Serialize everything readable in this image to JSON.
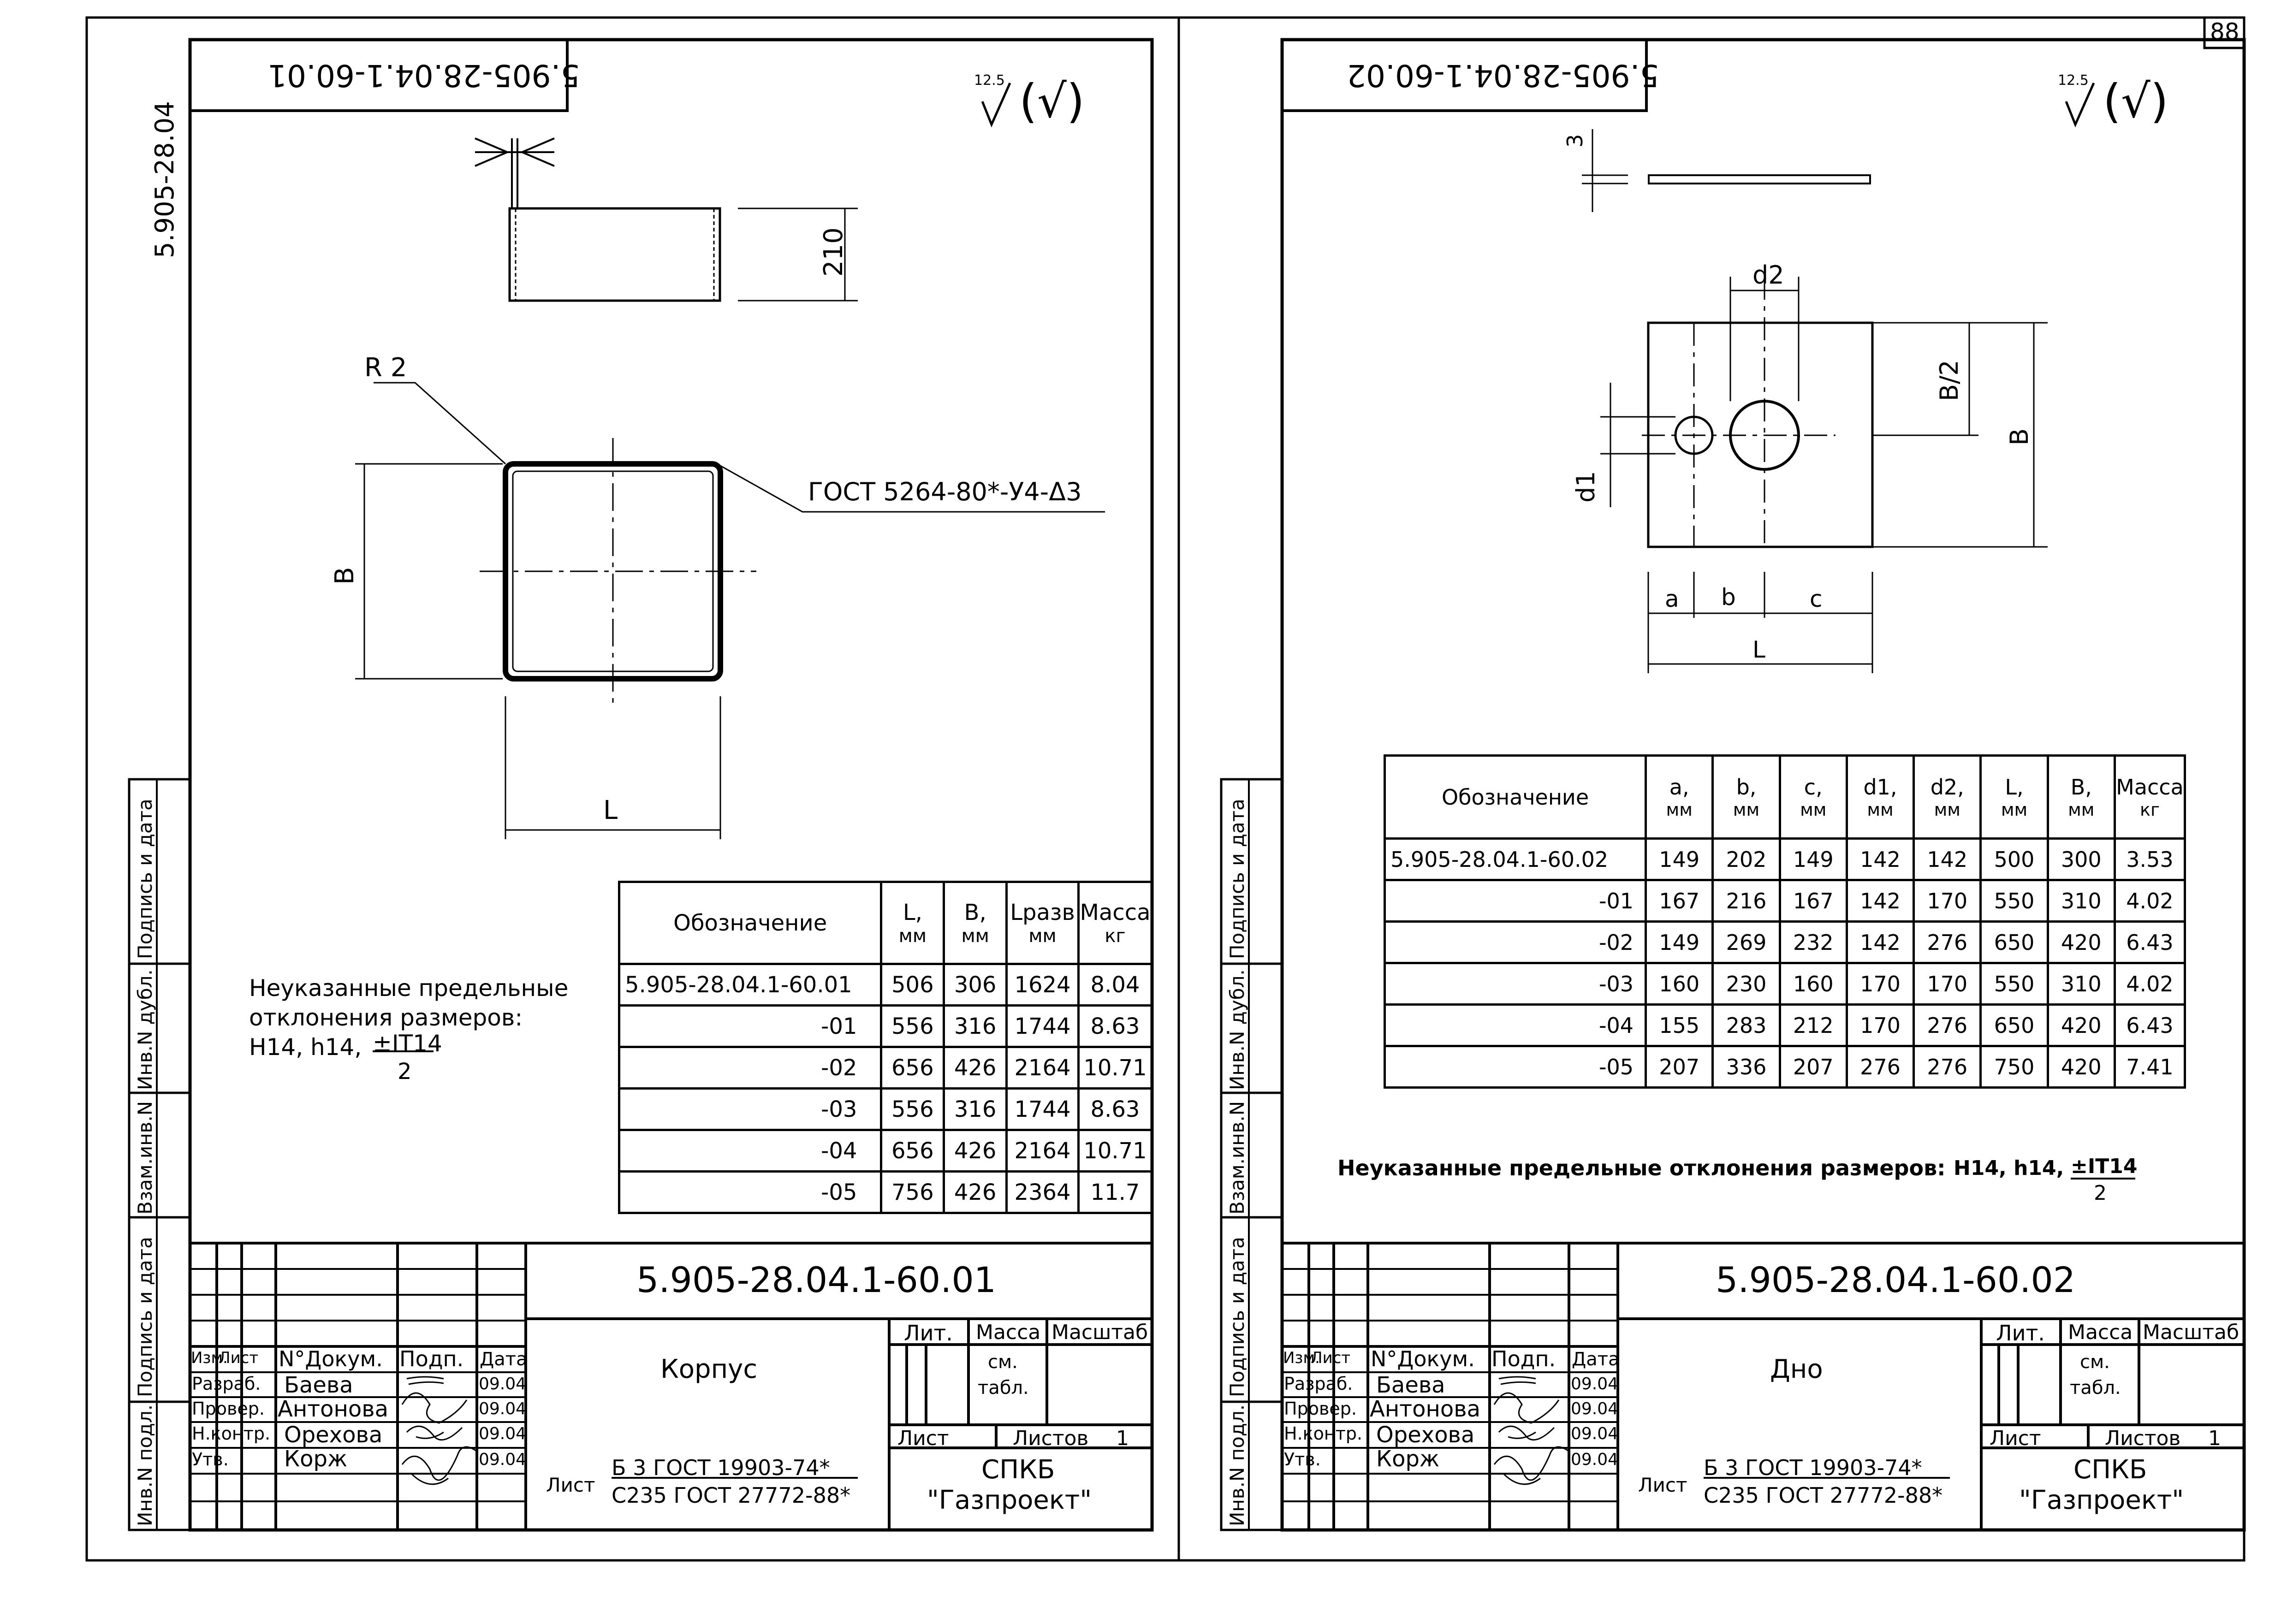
{
  "sheet_number": "88",
  "side_code": "5.905-28.04",
  "surface_mark": "12.5",
  "surface_mark_paren": "(√)",
  "left": {
    "top_code": "5.905-28.04.1-60.01",
    "dims": {
      "height": "210",
      "radius": "R 2",
      "b": "B",
      "l": "L",
      "weld": "ГОСТ 5264-80*-У4-Δ3"
    },
    "notes": {
      "line1": "Неуказанные предельные",
      "line2": "отклонения размеров:",
      "line3": "H14, h14, ",
      "it": "±IT14",
      "div": "2"
    },
    "table": {
      "headers": [
        [
          "Обозначение"
        ],
        [
          "L,",
          "мм"
        ],
        [
          "B,",
          "мм"
        ],
        [
          "Lразв",
          "мм"
        ],
        [
          "Масса",
          "кг"
        ]
      ],
      "rows": [
        [
          "5.905-28.04.1-60.01",
          "506",
          "306",
          "1624",
          "8.04"
        ],
        [
          "-01",
          "556",
          "316",
          "1744",
          "8.63"
        ],
        [
          "-02",
          "656",
          "426",
          "2164",
          "10.71"
        ],
        [
          "-03",
          "556",
          "316",
          "1744",
          "8.63"
        ],
        [
          "-04",
          "656",
          "426",
          "2164",
          "10.71"
        ],
        [
          "-05",
          "756",
          "426",
          "2364",
          "11.7"
        ]
      ]
    },
    "title": {
      "doc": "5.905-28.04.1-60.01",
      "name": "Корпус",
      "lit": "Лит.",
      "mass": "Масса",
      "scale": "Масштаб",
      "mass_val1": "см.",
      "mass_val2": "табл.",
      "sheet": "Лист",
      "sheets": "Листов",
      "sheets_val": "1",
      "org1": "СПКБ",
      "org2": "\"Газпроект\"",
      "mat_prefix": "Лист",
      "mat1": "Б 3 ГОСТ 19903-74*",
      "mat2": "С235 ГОСТ 27772-88*",
      "hdr": [
        "Изм.",
        "Лист",
        "N°Докум.",
        "Подп.",
        "Дата"
      ],
      "people": [
        {
          "role": "Разраб.",
          "name": "Баева",
          "date": "09.04"
        },
        {
          "role": "Провер.",
          "name": "Антонова",
          "date": "09.04"
        },
        {
          "role": "Н.контр.",
          "name": "Орехова",
          "date": "09.04"
        },
        {
          "role": "Утв.",
          "name": "Корж",
          "date": "09.04"
        }
      ]
    },
    "side": [
      "Инв.N подл.",
      "Подпись и дата",
      "Взам.инв.N",
      "Инв.N дубл.",
      "Подпись и дата"
    ]
  },
  "right": {
    "top_code": "5.905-28.04.1-60.02",
    "dims": {
      "thk": "3",
      "d2": "d2",
      "d1": "d1",
      "b2": "B/2",
      "b": "B",
      "a": "a",
      "bb": "b",
      "c": "c",
      "l": "L"
    },
    "notes": {
      "line": "Неуказанные предельные отклонения размеров:",
      "tol": "H14, h14, ",
      "it": "±IT14",
      "div": "2"
    },
    "table": {
      "headers": [
        [
          "Обозначение"
        ],
        [
          "a,",
          "мм"
        ],
        [
          "b,",
          "мм"
        ],
        [
          "c,",
          "мм"
        ],
        [
          "d1,",
          "мм"
        ],
        [
          "d2,",
          "мм"
        ],
        [
          "L,",
          "мм"
        ],
        [
          "B,",
          "мм"
        ],
        [
          "Масса",
          "кг"
        ]
      ],
      "rows": [
        [
          "5.905-28.04.1-60.02",
          "149",
          "202",
          "149",
          "142",
          "142",
          "500",
          "300",
          "3.53"
        ],
        [
          "-01",
          "167",
          "216",
          "167",
          "142",
          "170",
          "550",
          "310",
          "4.02"
        ],
        [
          "-02",
          "149",
          "269",
          "232",
          "142",
          "276",
          "650",
          "420",
          "6.43"
        ],
        [
          "-03",
          "160",
          "230",
          "160",
          "170",
          "170",
          "550",
          "310",
          "4.02"
        ],
        [
          "-04",
          "155",
          "283",
          "212",
          "170",
          "276",
          "650",
          "420",
          "6.43"
        ],
        [
          "-05",
          "207",
          "336",
          "207",
          "276",
          "276",
          "750",
          "420",
          "7.41"
        ]
      ]
    },
    "title": {
      "doc": "5.905-28.04.1-60.02",
      "name": "Дно",
      "lit": "Лит.",
      "mass": "Масса",
      "scale": "Масштаб",
      "mass_val1": "см.",
      "mass_val2": "табл.",
      "sheet": "Лист",
      "sheets": "Листов",
      "sheets_val": "1",
      "org1": "СПКБ",
      "org2": "\"Газпроект\"",
      "mat_prefix": "Лист",
      "mat1": "Б 3 ГОСТ 19903-74*",
      "mat2": "С235 ГОСТ 27772-88*",
      "hdr": [
        "Изм.",
        "Лист",
        "N°Докум.",
        "Подп.",
        "Дата"
      ],
      "people": [
        {
          "role": "Разраб.",
          "name": "Баева",
          "date": "09.04"
        },
        {
          "role": "Провер.",
          "name": "Антонова",
          "date": "09.04"
        },
        {
          "role": "Н.контр.",
          "name": "Орехова",
          "date": "09.04"
        },
        {
          "role": "Утв.",
          "name": "Корж",
          "date": "09.04"
        }
      ]
    },
    "side": [
      "Инв.N подл.",
      "Подпись и дата",
      "Взам.инв.N",
      "Инв.N дубл.",
      "Подпись и дата"
    ]
  }
}
